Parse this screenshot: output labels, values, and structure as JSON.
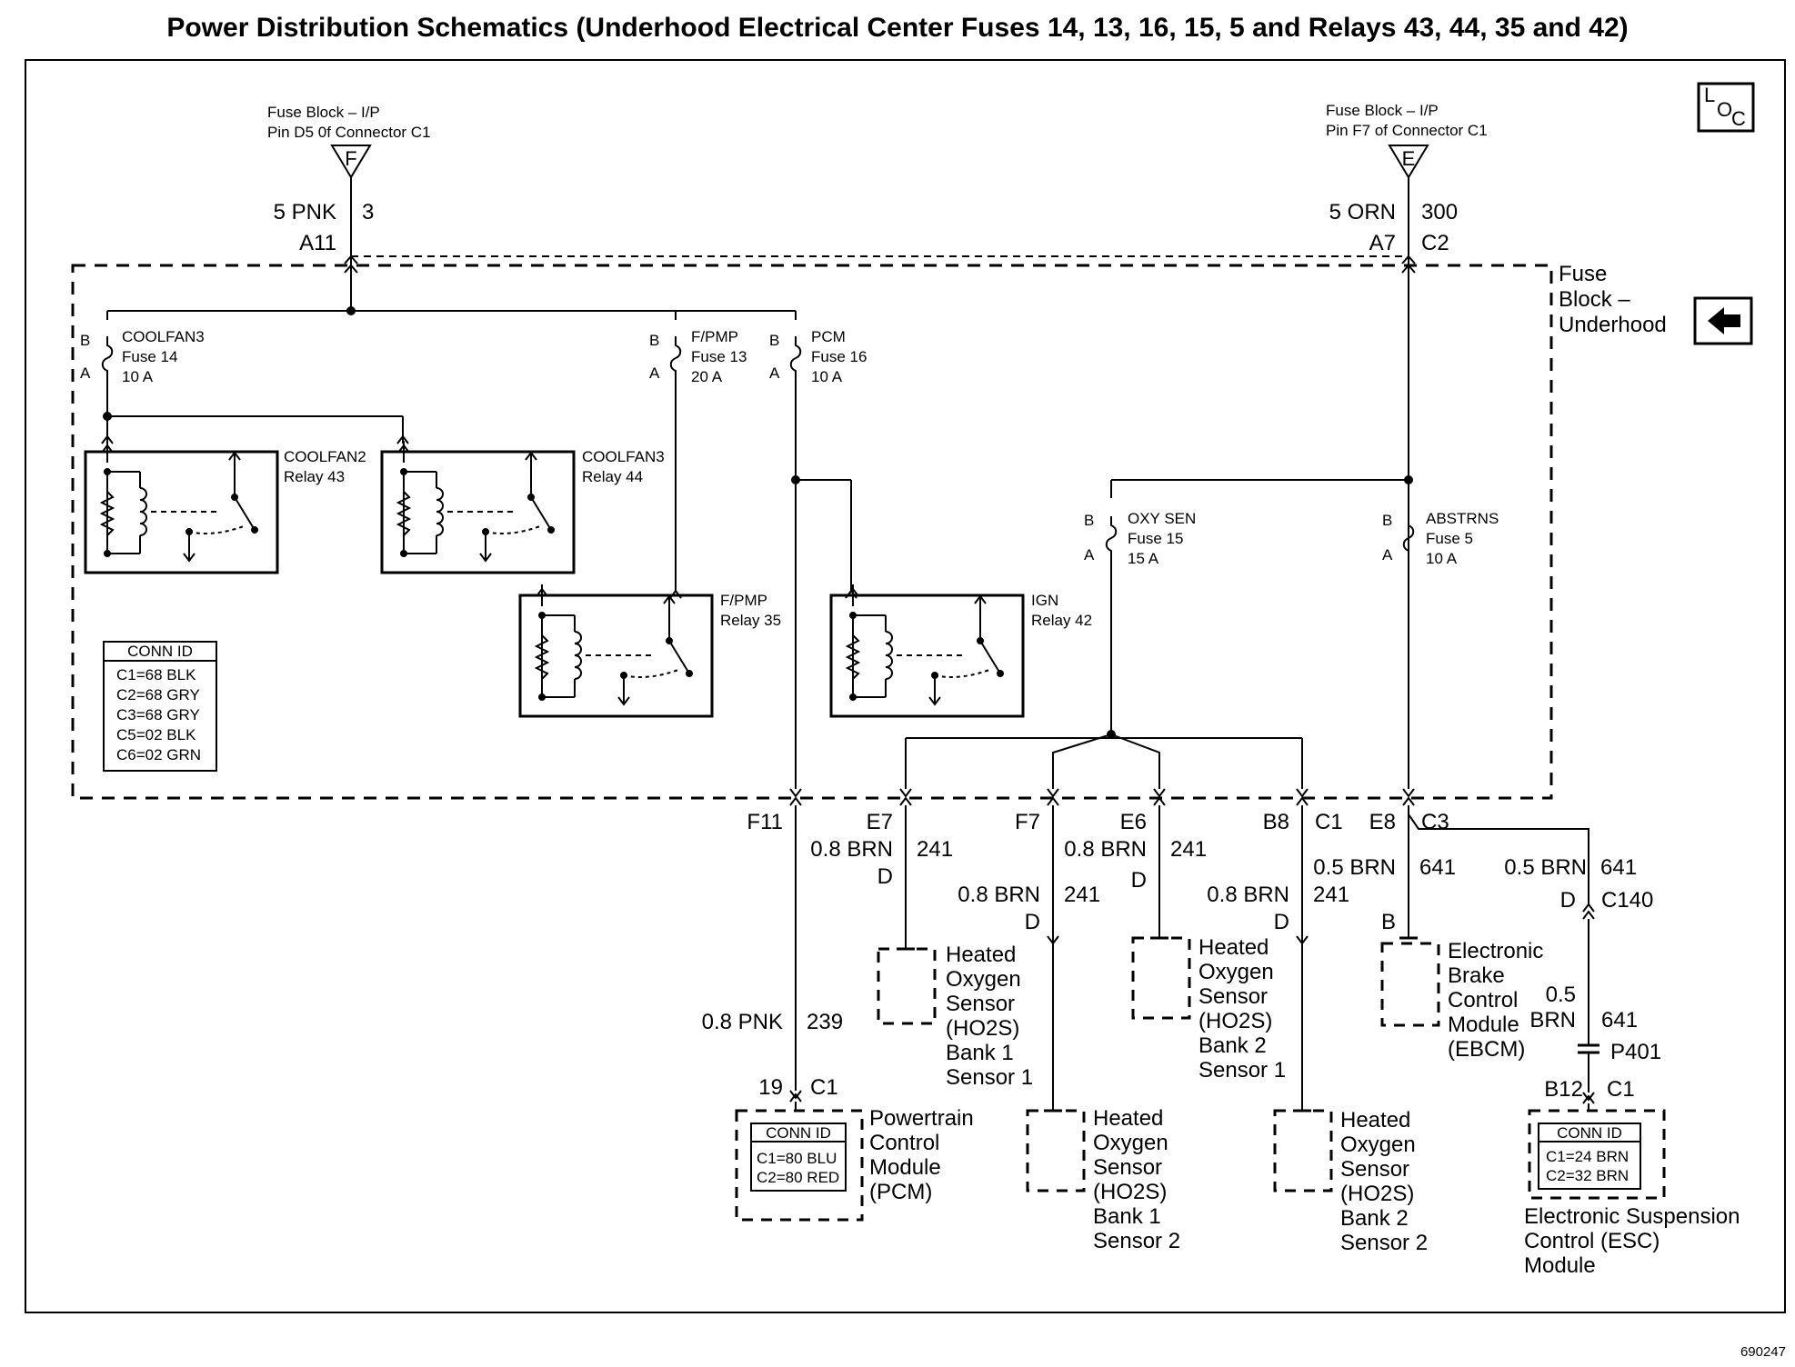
{
  "title": "Power Distribution Schematics (Underhood Electrical Center Fuses 14, 13, 16, 15, 5 and Relays 43, 44, 35 and 42)",
  "figure_id": "690247",
  "loc_symbol": {
    "l": "L",
    "o": "O",
    "c": "C"
  },
  "fuse_block_underhood": {
    "line1": "Fuse",
    "line2": "Block –",
    "line3": "Underhood"
  },
  "feeds": {
    "left": {
      "line1": "Fuse Block – I/P",
      "line2": "Pin D5 0f Connector C1",
      "terminal": "F",
      "wire": "5 PNK",
      "circuit": "3",
      "pin": "A11"
    },
    "right": {
      "line1": "Fuse Block – I/P",
      "line2": "Pin F7 of Connector C1",
      "terminal": "E",
      "wire": "5 ORN",
      "circuit": "300",
      "pin": "A7",
      "connector": "C2"
    }
  },
  "fuses": {
    "coolfan3": {
      "name": "COOLFAN3",
      "fuse": "Fuse 14",
      "rating": "10 A",
      "pin_b": "B",
      "pin_a": "A"
    },
    "fpmp": {
      "name": "F/PMP",
      "fuse": "Fuse 13",
      "rating": "20 A",
      "pin_b": "B",
      "pin_a": "A"
    },
    "pcm": {
      "name": "PCM",
      "fuse": "Fuse 16",
      "rating": "10 A",
      "pin_b": "B",
      "pin_a": "A"
    },
    "oxysen": {
      "name": "OXY SEN",
      "fuse": "Fuse 15",
      "rating": "15 A",
      "pin_b": "B",
      "pin_a": "A"
    },
    "abstrns": {
      "name": "ABSTRNS",
      "fuse": "Fuse 5",
      "rating": "10 A",
      "pin_b": "B",
      "pin_a": "A"
    }
  },
  "relays": {
    "r43": {
      "name": "COOLFAN2",
      "relay": "Relay 43"
    },
    "r44": {
      "name": "COOLFAN3",
      "relay": "Relay 44"
    },
    "r35": {
      "name": "F/PMP",
      "relay": "Relay 35"
    },
    "r42": {
      "name": "IGN",
      "relay": "Relay 42"
    }
  },
  "conn_id_table": {
    "header": "CONN ID",
    "rows": [
      "C1=68 BLK",
      "C2=68 GRY",
      "C3=68 GRY",
      "C5=02 BLK",
      "C6=02 GRN"
    ]
  },
  "outputs": {
    "f11": {
      "pin": "F11",
      "wire": "0.8 PNK",
      "circuit": "239"
    },
    "e7": {
      "pin": "E7",
      "wire": "0.8 BRN",
      "circuit": "241",
      "dest_pin": "D"
    },
    "f7": {
      "pin": "F7",
      "wire": "0.8 BRN",
      "circuit": "241",
      "dest_pin": "D"
    },
    "e6": {
      "pin": "E6",
      "wire": "0.8 BRN",
      "circuit": "241",
      "dest_pin": "D"
    },
    "b8": {
      "pin": "B8",
      "connector": "C1",
      "wire": "0.8 BRN",
      "circuit": "241",
      "dest_pin": "D"
    },
    "e8": {
      "pin": "E8",
      "connector": "C3",
      "wire": "0.5 BRN",
      "circuit": "641",
      "dest_pin": "B"
    },
    "esc_branch": {
      "wire": "0.5 BRN",
      "circuit": "641",
      "pin": "D",
      "connector": "C140"
    },
    "esc_lower": {
      "wire_1": "0.5",
      "wire_2": "BRN",
      "circuit": "641",
      "splice": "P401",
      "pin": "B12",
      "connector": "C1"
    }
  },
  "components": {
    "pcm": {
      "pin": "19",
      "connector": "C1",
      "lines": [
        "Powertrain",
        "Control",
        "Module",
        "(PCM)"
      ],
      "conn_header": "CONN ID",
      "conn_rows": [
        "C1=80 BLU",
        "C2=80 RED"
      ]
    },
    "ho2s_b1s1": {
      "lines": [
        "Heated",
        "Oxygen",
        "Sensor",
        "(HO2S)",
        "Bank 1",
        "Sensor 1"
      ]
    },
    "ho2s_b2s1": {
      "lines": [
        "Heated",
        "Oxygen",
        "Sensor",
        "(HO2S)",
        "Bank 2",
        "Sensor 1"
      ]
    },
    "ho2s_b1s2": {
      "lines": [
        "Heated",
        "Oxygen",
        "Sensor",
        "(HO2S)",
        "Bank 1",
        "Sensor 2"
      ]
    },
    "ho2s_b2s2": {
      "lines": [
        "Heated",
        "Oxygen",
        "Sensor",
        "(HO2S)",
        "Bank 2",
        "Sensor 2"
      ]
    },
    "ebcm": {
      "lines": [
        "Electronic",
        "Brake",
        "Control",
        "Module",
        "(EBCM)"
      ]
    },
    "esc": {
      "lines": [
        "Electronic Suspension",
        "Control (ESC)",
        "Module"
      ],
      "conn_header": "CONN ID",
      "conn_rows": [
        "C1=24 BRN",
        "C2=32 BRN"
      ]
    }
  }
}
